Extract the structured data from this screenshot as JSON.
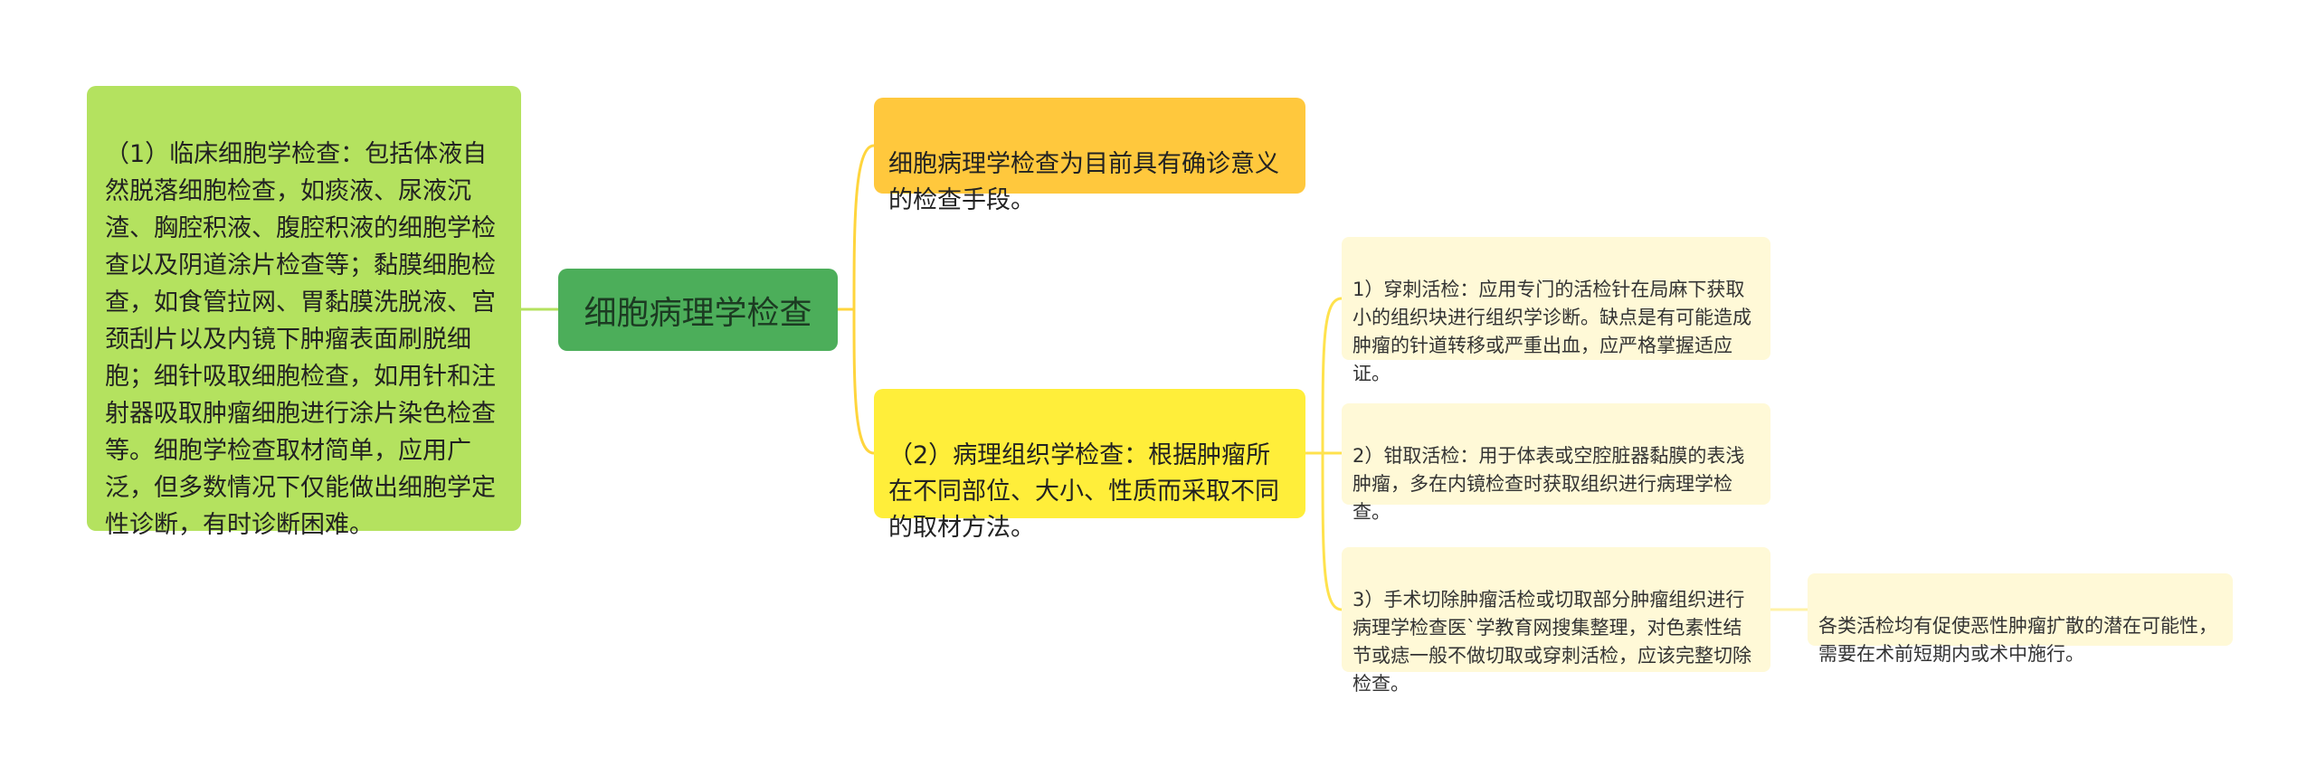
{
  "mindmap": {
    "central": "细胞病理学检查",
    "left": "（1）临床细胞学检查：包括体液自然脱落细胞检查，如痰液、尿液沉渣、胸腔积液、腹腔积液的细胞学检查以及阴道涂片检查等；黏膜细胞检查，如食管拉网、胃黏膜洗脱液、宫颈刮片以及内镜下肿瘤表面刷脱细胞；细针吸取细胞检查，如用针和注射器吸取肿瘤细胞进行涂片染色检查等。细胞学检查取材简单，应用广泛，但多数情况下仅能做出细胞学定性诊断，有时诊断困难。",
    "right_1": "细胞病理学检查为目前具有确诊意义的检查手段。",
    "right_2": "（2）病理组织学检查：根据肿瘤所在不同部位、大小、性质而采取不同的取材方法。",
    "leaves": [
      "1）穿刺活检：应用专门的活检针在局麻下获取小的组织块进行组织学诊断。缺点是有可能造成肿瘤的针道转移或严重出血，应严格掌握适应证。",
      "2）钳取活检：用于体表或空腔脏器黏膜的表浅肿瘤，多在内镜检查时获取组织进行病理学检查。",
      "3）手术切除肿瘤活检或切取部分肿瘤组织进行病理学检查医`学教育网搜集整理，对色素性结节或痣一般不做切取或穿刺活检，应该完整切除检查。"
    ],
    "leaf_child": "各类活检均有促使恶性肿瘤扩散的潜在可能性，需要在术前短期内或术中施行。"
  },
  "colors": {
    "central": "#4cae5a",
    "left": "#b4e25f",
    "right_1": "#ffc83d",
    "right_2": "#ffee3a",
    "leaf": "#fff9d7",
    "link_left": "#b4e25f",
    "link_right": "#ffd53d"
  }
}
